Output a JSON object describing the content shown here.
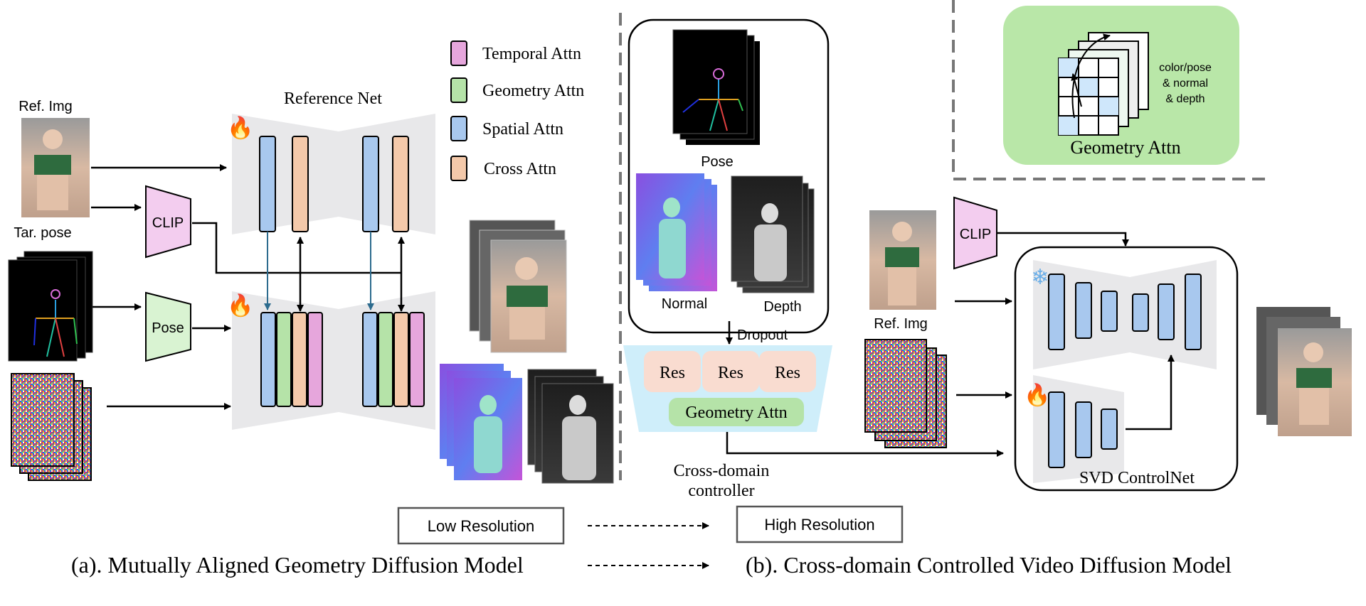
{
  "left_panel": {
    "ref_img_label": "Ref. Img",
    "tar_pose_label": "Tar. pose",
    "clip_label": "CLIP",
    "pose_label": "Pose",
    "reference_net_label": "Reference Net",
    "caption": "(a). Mutually Aligned Geometry Diffusion Model"
  },
  "legend": {
    "items": [
      {
        "label": "Temporal Attn",
        "color": "#e6a6dc"
      },
      {
        "label": "Geometry Attn",
        "color": "#b5e3a8"
      },
      {
        "label": "Spatial Attn",
        "color": "#a8c8ee"
      },
      {
        "label": "Cross Attn",
        "color": "#f4c9aa"
      }
    ]
  },
  "middle_panel": {
    "pose_label": "Pose",
    "normal_label": "Normal",
    "depth_label": "Depth",
    "dropout_label": "Dropout",
    "res_labels": [
      "Res",
      "Res",
      "Res"
    ],
    "geometry_attn_label": "Geometry Attn",
    "controller_label_line1": "Cross-domain",
    "controller_label_line2": "controller"
  },
  "right_panel": {
    "clip_label": "CLIP",
    "ref_img_label": "Ref. Img",
    "svd_label": "SVD ControlNet",
    "geometry_box_title": "Geometry Attn",
    "geometry_note_line1": "color/pose",
    "geometry_note_line2": "& normal",
    "geometry_note_line3": "& depth",
    "caption": "(b). Cross-domain Controlled Video Diffusion Model"
  },
  "resolution": {
    "low": "Low Resolution",
    "high": "High Resolution"
  },
  "icons": {
    "fire": "fire-icon",
    "snowflake": "snowflake-icon"
  },
  "colors": {
    "spatial": "#a8c8ee",
    "cross": "#f4c9aa",
    "geometry": "#b5e3a8",
    "temporal": "#e6a6dc",
    "clip_fill": "#f3cdef",
    "pose_fill": "#d9f3d2",
    "controller_fill": "#cfeefa"
  }
}
